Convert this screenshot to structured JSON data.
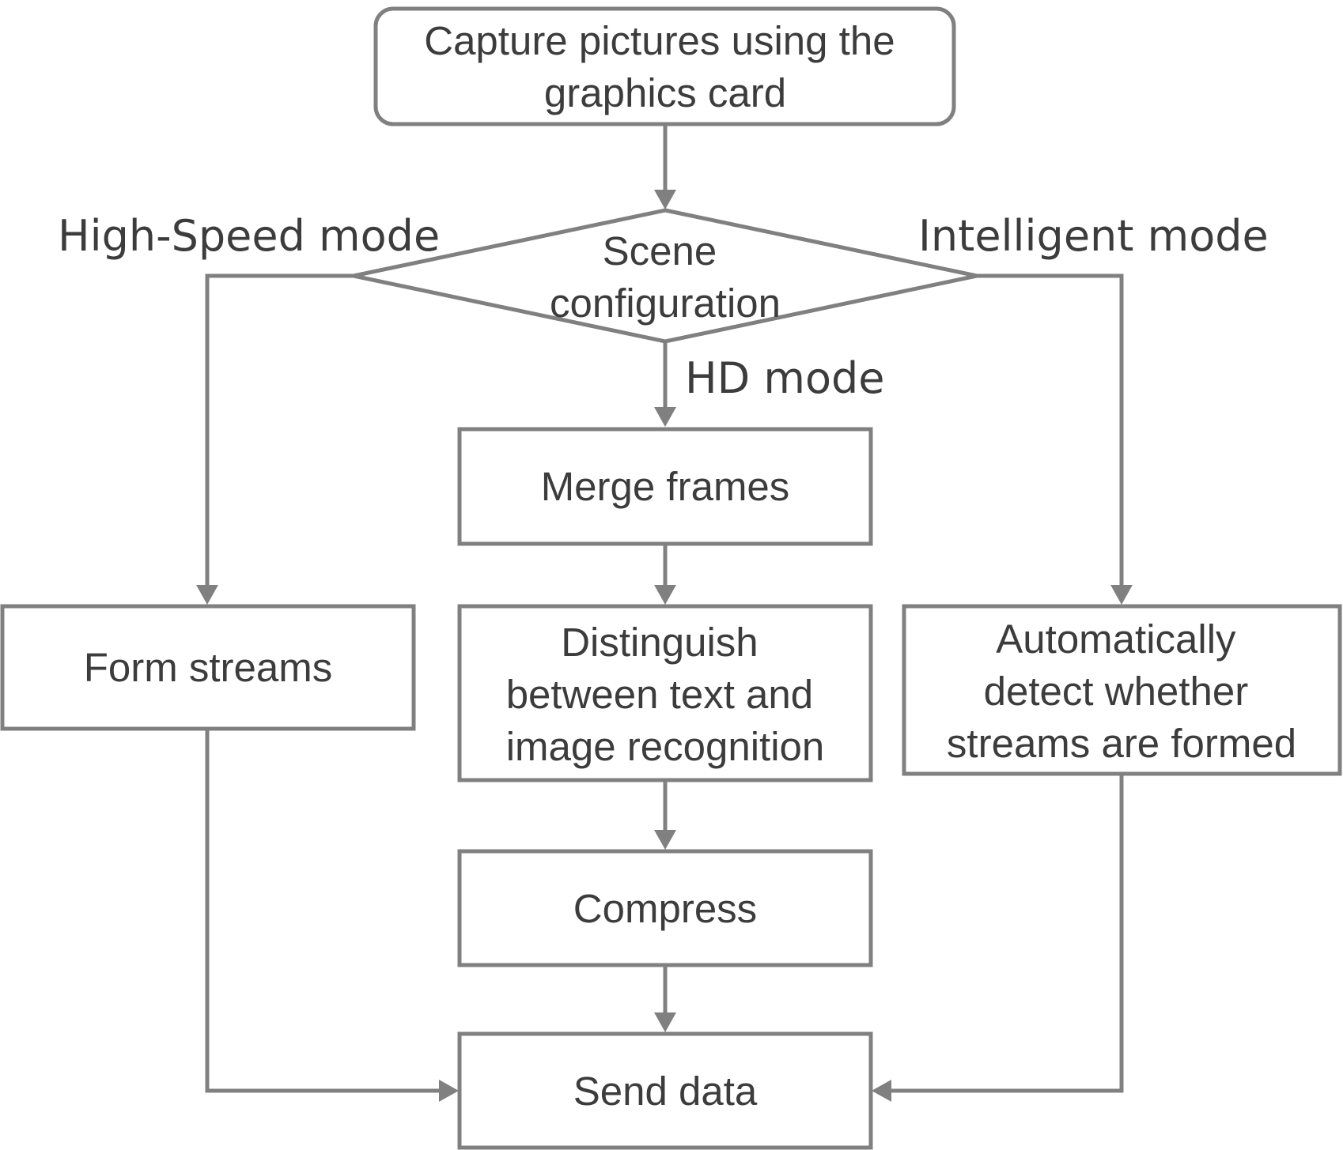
{
  "colors": {
    "stroke": "#808080",
    "text": "#3c3c3c",
    "background": "#ffffff"
  },
  "nodes": {
    "capture": {
      "shape": "rounded-rectangle",
      "lines": [
        "Capture pictures using the",
        "graphics card"
      ]
    },
    "scene": {
      "shape": "diamond",
      "lines": [
        "Scene",
        "configuration"
      ]
    },
    "merge": {
      "shape": "rectangle",
      "lines": [
        "Merge frames"
      ]
    },
    "form": {
      "shape": "rectangle",
      "lines": [
        "Form streams"
      ]
    },
    "distinguish": {
      "shape": "rectangle",
      "lines": [
        "Distinguish",
        "between text and",
        "image recognition"
      ]
    },
    "detect": {
      "shape": "rectangle",
      "lines": [
        "Automatically",
        "detect whether",
        "streams are formed"
      ]
    },
    "compress": {
      "shape": "rectangle",
      "lines": [
        "Compress"
      ]
    },
    "send": {
      "shape": "rectangle",
      "lines": [
        "Send data"
      ]
    }
  },
  "edges": [
    {
      "from": "capture",
      "to": "scene",
      "label": ""
    },
    {
      "from": "scene",
      "to": "form",
      "label": "High-Speed mode"
    },
    {
      "from": "scene",
      "to": "merge",
      "label": "HD mode"
    },
    {
      "from": "scene",
      "to": "detect",
      "label": "Intelligent mode"
    },
    {
      "from": "merge",
      "to": "distinguish",
      "label": ""
    },
    {
      "from": "distinguish",
      "to": "compress",
      "label": ""
    },
    {
      "from": "compress",
      "to": "send",
      "label": ""
    },
    {
      "from": "form",
      "to": "send",
      "label": ""
    },
    {
      "from": "detect",
      "to": "send",
      "label": ""
    }
  ]
}
